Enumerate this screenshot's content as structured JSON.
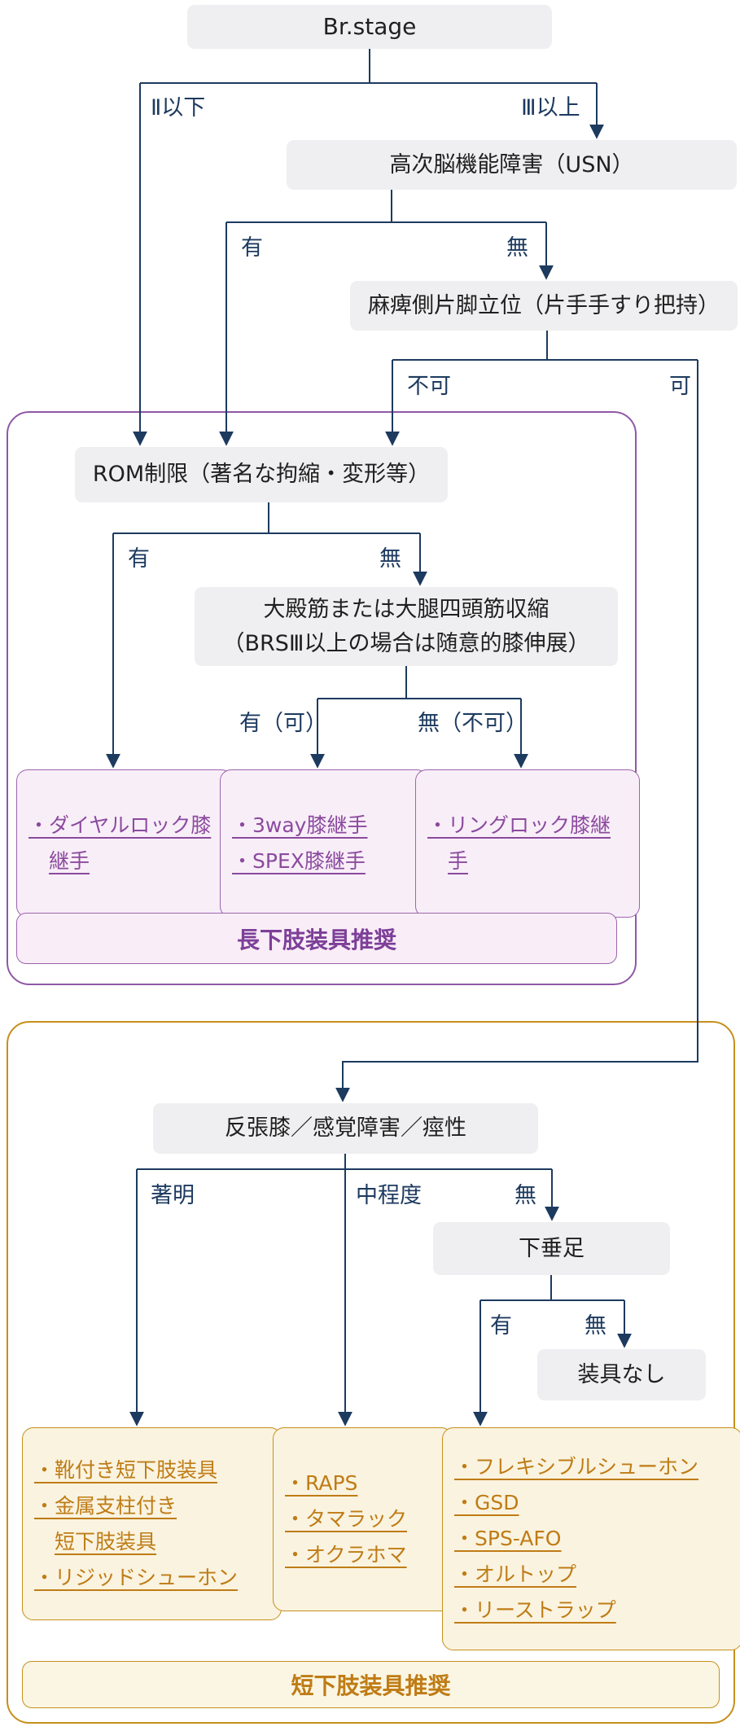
{
  "colors": {
    "line": "#1d3a5f",
    "node_bg": "#efeff1",
    "purple_border": "#8e58a6",
    "purple_link": "#8b4a9e",
    "purple_banner_text": "#7d3f98",
    "orange_border": "#c6901c",
    "orange_link": "#bf7c15"
  },
  "nodes": {
    "br_stage": "Br.stage",
    "usn": "高次脳機能障害（USN）",
    "standing": "麻痺側片脚立位（片手手すり把持）",
    "rom": "ROM制限（著名な拘縮・変形等）",
    "muscle": {
      "line1": "大殿筋または大腿四頭筋収縮",
      "line2": "（BRSⅢ以上の場合は随意的膝伸展）"
    },
    "genu": "反張膝／感覚障害／痙性",
    "drop_foot": "下垂足",
    "no_brace": "装具なし"
  },
  "edge_labels": {
    "br_left": "Ⅱ以下",
    "br_right": "Ⅲ以上",
    "usn_yes": "有",
    "usn_no": "無",
    "stand_no": "不可",
    "stand_ok": "可",
    "rom_yes": "有",
    "rom_no": "無",
    "muscle_yes": "有（可）",
    "muscle_no": "無（不可）",
    "genu_severe": "著明",
    "genu_moderate": "中程度",
    "genu_none": "無",
    "drop_yes": "有",
    "drop_no": "無"
  },
  "kafo_section": {
    "leaf1": [
      "・ダイヤルロック膝継手"
    ],
    "leaf2": [
      "・3way膝継手",
      "・SPEX膝継手"
    ],
    "leaf3": [
      "・リングロック膝継手"
    ],
    "banner": "長下肢装具推奨"
  },
  "afo_section": {
    "leaf1": [
      "・靴付き短下肢装具",
      "・金属支柱付き\n短下肢装具",
      "・リジッドシューホン"
    ],
    "leaf2": [
      "・RAPS",
      "・タマラック",
      "・オクラホマ"
    ],
    "leaf3": [
      "・フレキシブルシューホン",
      "・GSD",
      "・SPS-AFO",
      "・オルトップ",
      "・リーストラップ"
    ],
    "banner": "短下肢装具推奨"
  }
}
